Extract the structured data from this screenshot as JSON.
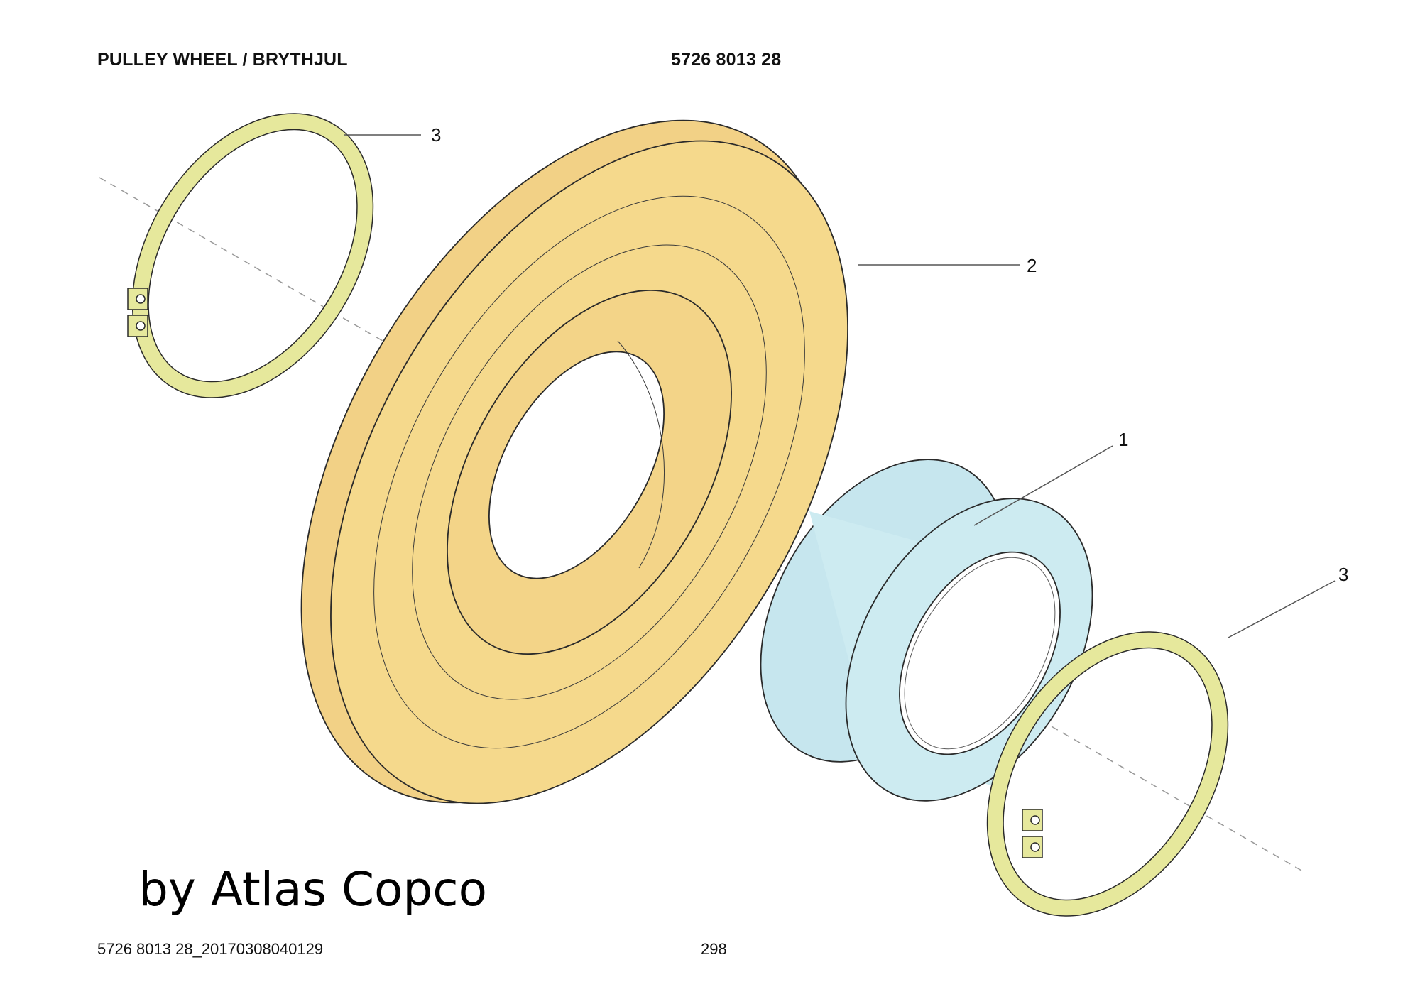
{
  "header": {
    "title": "PULLEY WHEEL / BRYTHJUL",
    "part_number": "5726 8013 28"
  },
  "footer": {
    "document_id": "5726 8013 28_20170308040129",
    "page_number": "298"
  },
  "watermark": "by Atlas Copco",
  "callouts": [
    {
      "id": "callout-3-top",
      "label": "3"
    },
    {
      "id": "callout-2",
      "label": "2"
    },
    {
      "id": "callout-1",
      "label": "1"
    },
    {
      "id": "callout-3-bottom",
      "label": "3"
    }
  ],
  "colors": {
    "pulley": "#f5d98c",
    "bearing": "#cdebf1",
    "circlip": "#e6e89c",
    "outline": "#2a2a2a"
  }
}
